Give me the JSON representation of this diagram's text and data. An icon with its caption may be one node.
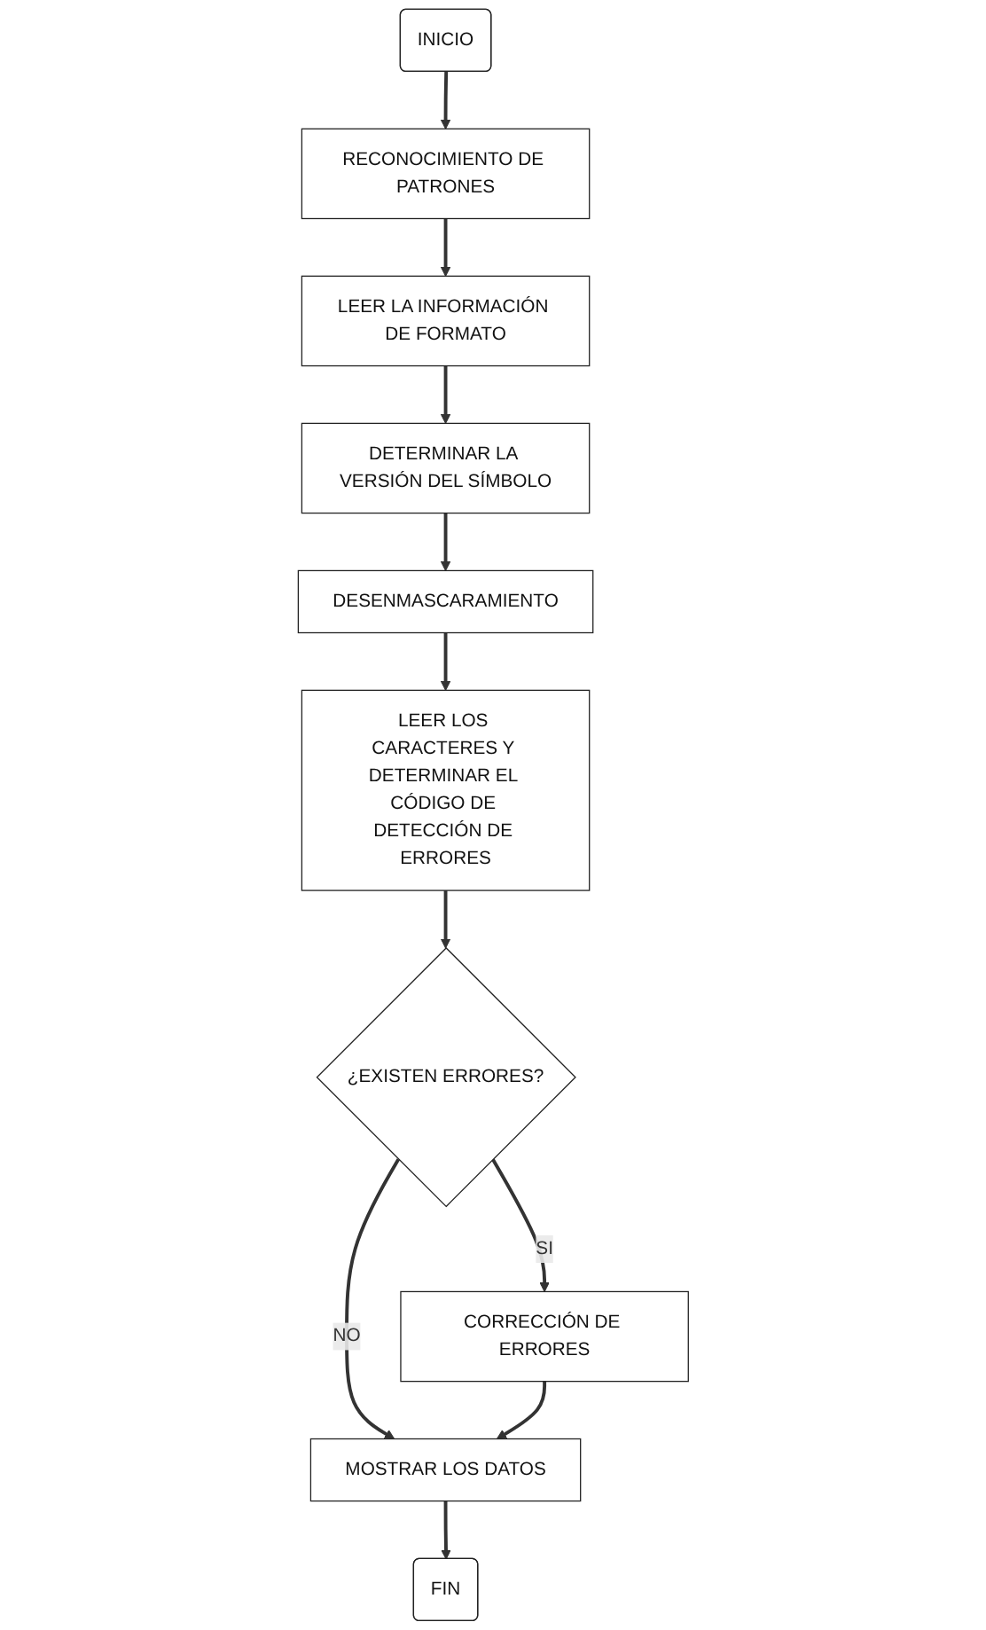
{
  "diagram": {
    "nodes": [
      {
        "text": [
          "INICIO"
        ]
      },
      {
        "text": [
          "RECONOCIMIENTO DE PATRONES"
        ]
      },
      {
        "text": [
          "LEER LA INFORMACIÓN DE FORMATO"
        ]
      },
      {
        "text": [
          "DETERMINAR LA VERSIÓN DEL SÍMBOLO"
        ]
      },
      {
        "text": [
          "DESENMASCARAMIENTO"
        ]
      },
      {
        "text": [
          "LEER LOS CARACTERES Y DETERMINAR EL CÓDIGO DE DETECCIÓN DE ERRORES"
        ]
      },
      {
        "text": [
          "¿EXISTEN ERRORES?"
        ]
      },
      {
        "text": [
          "CORRECCIÓN DE ERRORES"
        ]
      },
      {
        "text": [
          "MOSTRAR LOS DATOS"
        ]
      },
      {
        "text": [
          "FIN"
        ]
      }
    ],
    "edges": [
      {
        "from": 0,
        "to": 1,
        "arrow": "to"
      },
      {
        "from": 1,
        "to": 2,
        "arrow": "to"
      },
      {
        "from": 2,
        "to": 3,
        "arrow": "to"
      },
      {
        "from": 3,
        "to": 4,
        "arrow": "to"
      },
      {
        "from": 4,
        "to": 5,
        "arrow": "to"
      },
      {
        "from": 5,
        "to": 6,
        "arrow": "to"
      },
      {
        "from": 6,
        "to": 7,
        "arrow": "to",
        "label": "SI"
      },
      {
        "from": 6,
        "to": 8,
        "arrow": "to",
        "label": "NO"
      },
      {
        "from": 7,
        "to": 8,
        "arrow": "to"
      },
      {
        "from": 8,
        "to": 9,
        "arrow": "to"
      }
    ]
  }
}
